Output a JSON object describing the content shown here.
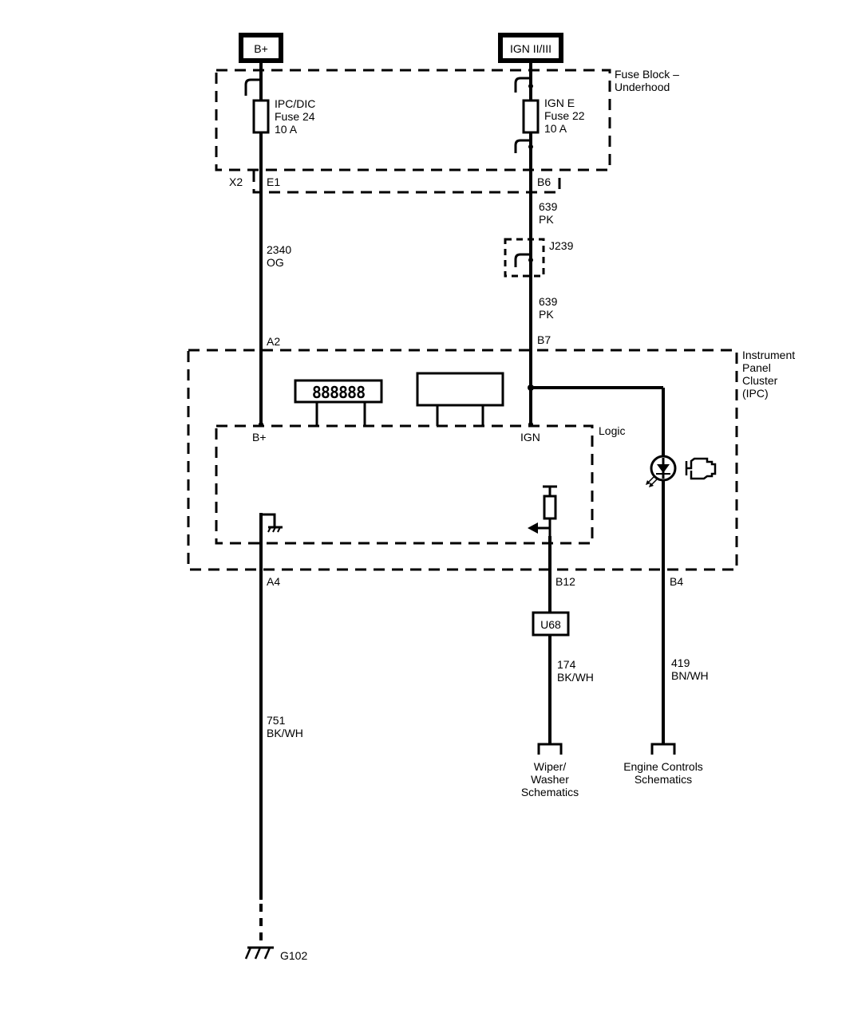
{
  "power": {
    "bplus": "B+",
    "ign": "IGN II/III"
  },
  "fuse_block": {
    "title_line1": "Fuse Block –",
    "title_line2": "Underhood",
    "fuse_left": {
      "name": "IPC/DIC",
      "number": "Fuse 24",
      "rating": "10 A"
    },
    "fuse_right": {
      "name": "IGN E",
      "number": "Fuse 22",
      "rating": "10 A"
    },
    "connector": "X2",
    "pin_left": "E1",
    "pin_right": "B6"
  },
  "wires": {
    "w2340": {
      "circuit": "2340",
      "color": "OG"
    },
    "w639a": {
      "circuit": "639",
      "color": "PK"
    },
    "w639b": {
      "circuit": "639",
      "color": "PK"
    },
    "w751": {
      "circuit": "751",
      "color": "BK/WH"
    },
    "w174": {
      "circuit": "174",
      "color": "BK/WH"
    },
    "w419": {
      "circuit": "419",
      "color": "BN/WH"
    }
  },
  "splice": "J239",
  "ipc": {
    "title_line1": "Instrument",
    "title_line2": "Panel",
    "title_line3": "Cluster",
    "title_line4": "(IPC)",
    "pin_a2": "A2",
    "pin_b7": "B7",
    "pin_a4": "A4",
    "pin_b12": "B12",
    "pin_b4": "B4",
    "display": "888888",
    "logic_label": "Logic",
    "logic_bplus": "B+",
    "logic_ign": "IGN"
  },
  "option": "U68",
  "references": {
    "wiper_line1": "Wiper/",
    "wiper_line2": "Washer",
    "wiper_line3": "Schematics",
    "engine_line1": "Engine Controls",
    "engine_line2": "Schematics"
  },
  "ground": "G102"
}
